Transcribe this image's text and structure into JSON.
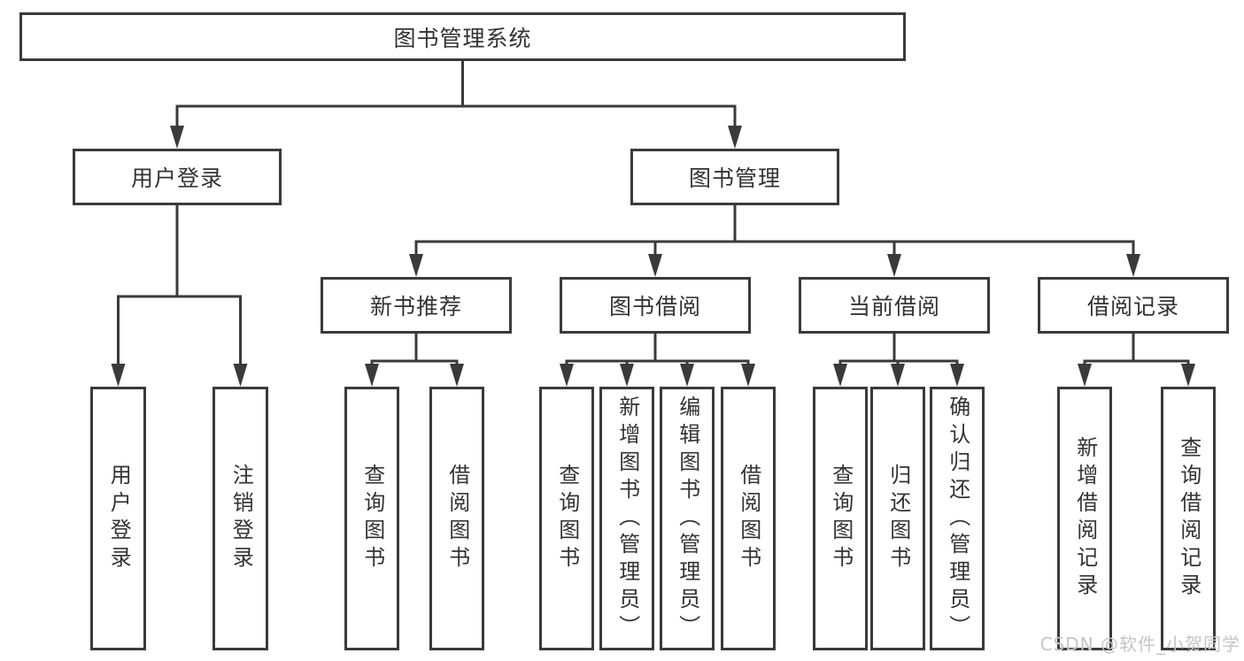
{
  "tree": {
    "root": {
      "label": "图书管理系统",
      "children": [
        {
          "label": "用户登录",
          "children": [
            {
              "label": "用户登录"
            },
            {
              "label": "注销登录"
            }
          ]
        },
        {
          "label": "图书管理",
          "children": [
            {
              "label": "新书推荐",
              "children": [
                {
                  "label": "查询图书"
                },
                {
                  "label": "借阅图书"
                }
              ]
            },
            {
              "label": "图书借阅",
              "children": [
                {
                  "label": "查询图书"
                },
                {
                  "label": "新增图书（管理员）"
                },
                {
                  "label": "编辑图书（管理员）"
                },
                {
                  "label": "借阅图书"
                }
              ]
            },
            {
              "label": "当前借阅",
              "children": [
                {
                  "label": "查询图书"
                },
                {
                  "label": "归还图书"
                },
                {
                  "label": "确认归还（管理员）"
                }
              ]
            },
            {
              "label": "借阅记录",
              "children": [
                {
                  "label": "新增借阅记录"
                },
                {
                  "label": "查询借阅记录"
                }
              ]
            }
          ]
        }
      ]
    }
  },
  "watermark": {
    "text": "CSDN @软件_小贺同学"
  },
  "colors": {
    "line": "#3a3a3a",
    "text": "#333333",
    "background": "#ffffff",
    "watermark": "#c9c3c5"
  }
}
